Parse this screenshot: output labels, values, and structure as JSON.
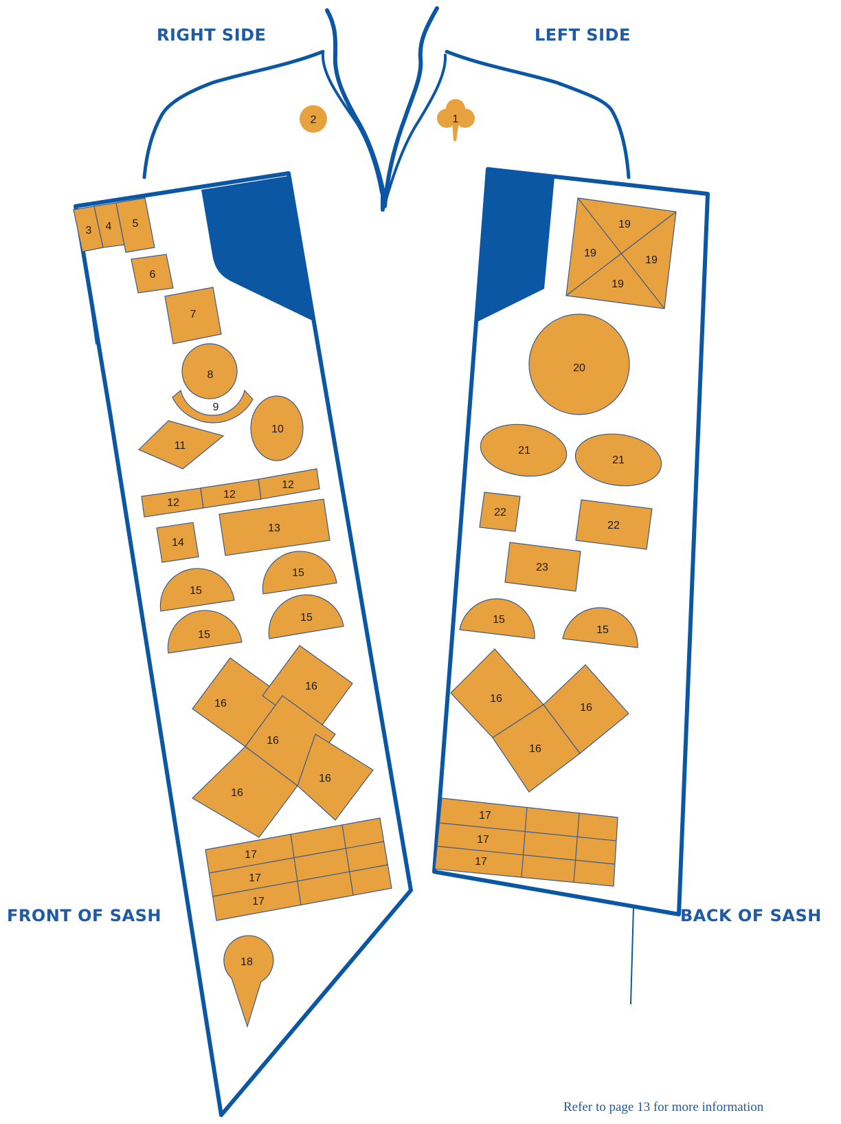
{
  "headers": {
    "right_side": "RIGHT SIDE",
    "left_side": "LEFT SIDE",
    "front_of_sash": "FRONT OF SASH",
    "back_of_sash": "BACK OF SASH"
  },
  "footnote": "Refer to page 13 for more information",
  "colors": {
    "outline": "#0c57a3",
    "badge_fill": "#e8a13f",
    "badge_stroke": "#3a5a8a",
    "label": "#1f5aa6"
  },
  "badges": {
    "b1": "1",
    "b2": "2",
    "b3": "3",
    "b4": "4",
    "b5": "5",
    "b6": "6",
    "b7": "7",
    "b8": "8",
    "b9": "9",
    "b10": "10",
    "b11": "11",
    "b12": [
      "12",
      "12",
      "12"
    ],
    "b13": "13",
    "b14": "14",
    "b15_front": [
      "15",
      "15",
      "15",
      "15"
    ],
    "b16_front": [
      "16",
      "16",
      "16",
      "16",
      "16"
    ],
    "b17_front": [
      "17",
      "17",
      "17"
    ],
    "b18": "18",
    "b19": [
      "19",
      "19",
      "19",
      "19"
    ],
    "b20": "20",
    "b21": [
      "21",
      "21"
    ],
    "b22": [
      "22",
      "22"
    ],
    "b23": "23",
    "b15_back": [
      "15",
      "15"
    ],
    "b16_back": [
      "16",
      "16",
      "16"
    ],
    "b17_back": [
      "17",
      "17",
      "17"
    ]
  }
}
